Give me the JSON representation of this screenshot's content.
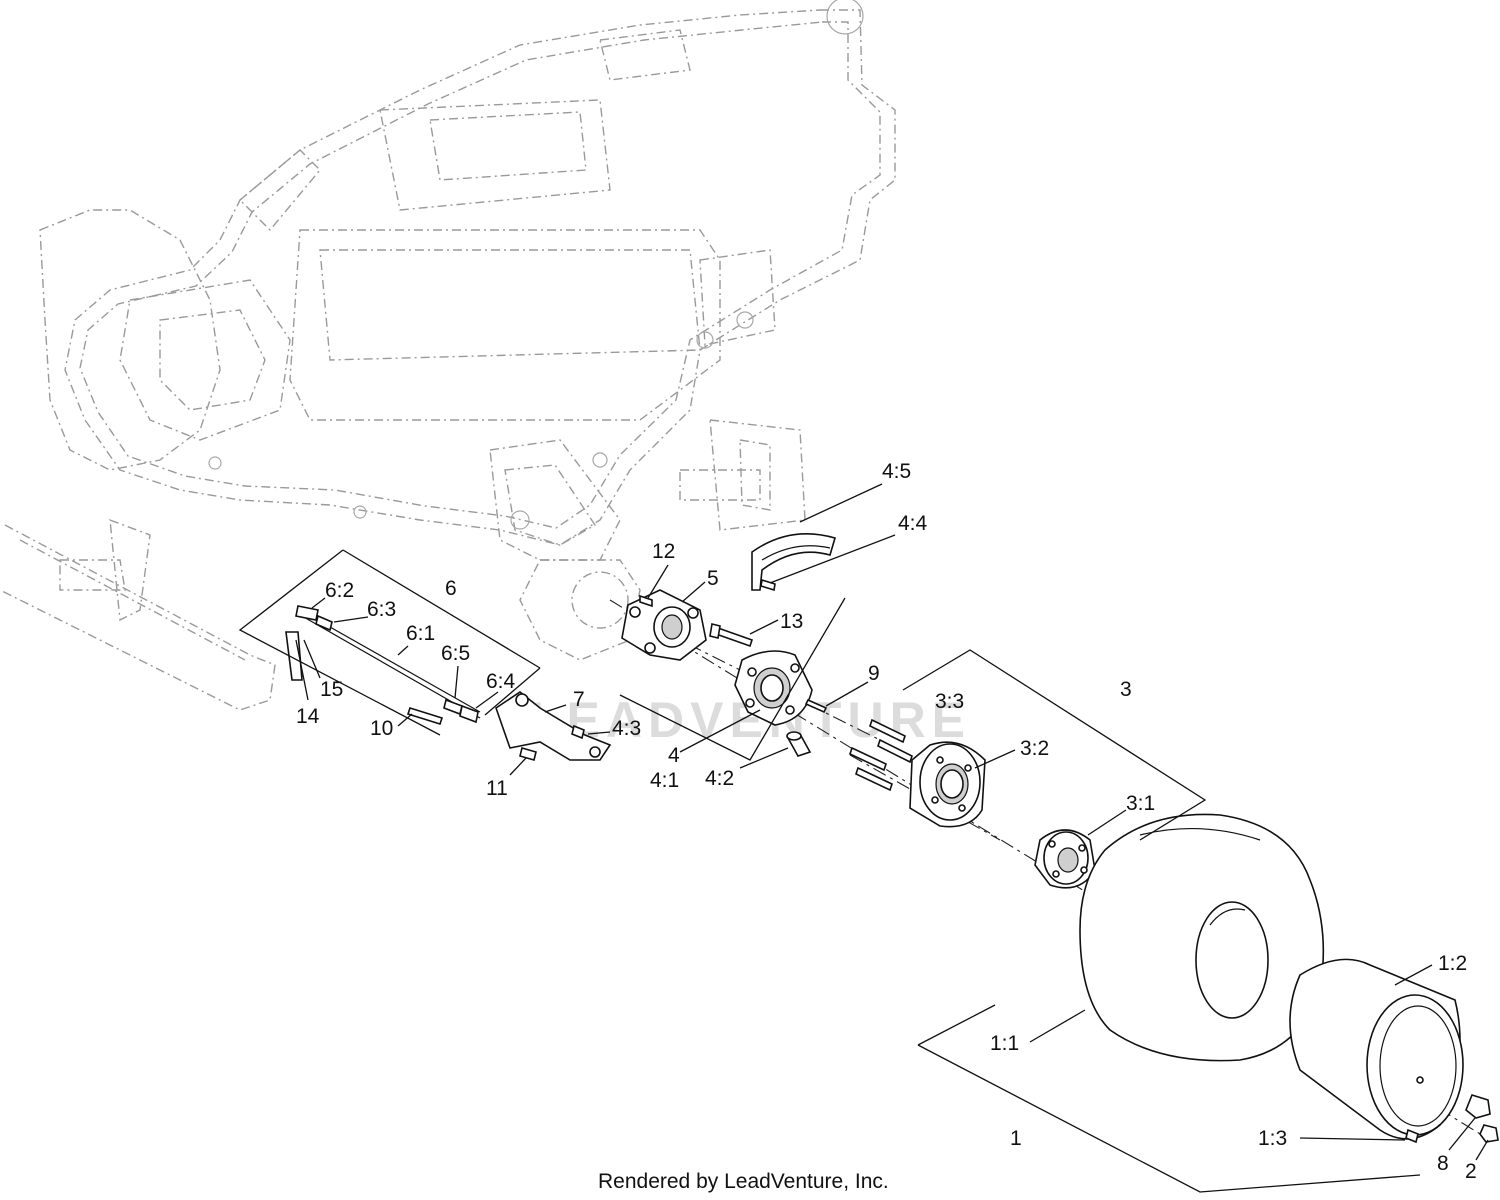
{
  "callouts": [
    {
      "id": "c-4-5",
      "text": "4:5"
    },
    {
      "id": "c-4-4",
      "text": "4:4"
    },
    {
      "id": "c-12",
      "text": "12"
    },
    {
      "id": "c-5",
      "text": "5"
    },
    {
      "id": "c-13",
      "text": "13"
    },
    {
      "id": "c-6",
      "text": "6"
    },
    {
      "id": "c-6-2",
      "text": "6:2"
    },
    {
      "id": "c-6-3",
      "text": "6:3"
    },
    {
      "id": "c-6-1",
      "text": "6:1"
    },
    {
      "id": "c-6-5",
      "text": "6:5"
    },
    {
      "id": "c-6-4",
      "text": "6:4"
    },
    {
      "id": "c-15",
      "text": "15"
    },
    {
      "id": "c-14",
      "text": "14"
    },
    {
      "id": "c-10",
      "text": "10"
    },
    {
      "id": "c-7",
      "text": "7"
    },
    {
      "id": "c-4-3",
      "text": "4:3"
    },
    {
      "id": "c-11",
      "text": "11"
    },
    {
      "id": "c-9",
      "text": "9"
    },
    {
      "id": "c-4",
      "text": "4"
    },
    {
      "id": "c-4-1",
      "text": "4:1"
    },
    {
      "id": "c-4-2",
      "text": "4:2"
    },
    {
      "id": "c-3",
      "text": "3"
    },
    {
      "id": "c-3-3",
      "text": "3:3"
    },
    {
      "id": "c-3-2",
      "text": "3:2"
    },
    {
      "id": "c-3-1",
      "text": "3:1"
    },
    {
      "id": "c-1-2",
      "text": "1:2"
    },
    {
      "id": "c-1-1",
      "text": "1:1"
    },
    {
      "id": "c-1",
      "text": "1"
    },
    {
      "id": "c-1-3",
      "text": "1:3"
    },
    {
      "id": "c-8",
      "text": "8"
    },
    {
      "id": "c-2",
      "text": "2"
    }
  ],
  "footer": "Rendered by LeadVenture, Inc.",
  "watermark": "LEADVENTURE",
  "colors": {
    "ink": "#111111",
    "ghost": "#9a9a9a",
    "watermark": "#dcdcdc"
  }
}
